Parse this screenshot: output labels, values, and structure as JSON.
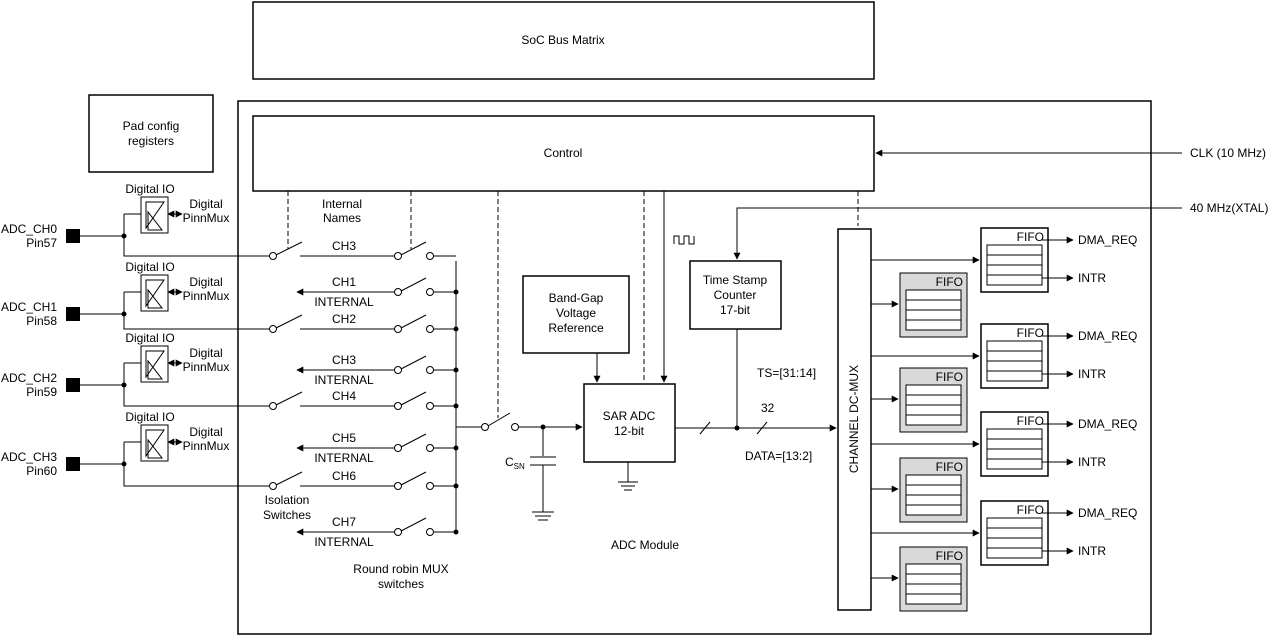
{
  "blocks": {
    "soc_bus": "SoC Bus Matrix",
    "pad_config_line1": "Pad config",
    "pad_config_line2": "registers",
    "control": "Control",
    "bandgap_line1": "Band-Gap",
    "bandgap_line2": "Voltage",
    "bandgap_line3": "Reference",
    "sar_line1": "SAR ADC",
    "sar_line2": "12-bit",
    "ts_line1": "Time Stamp",
    "ts_line2": "Counter",
    "ts_line3": "17-bit",
    "dcmux": "CHANNEL DC-MUX",
    "adc_module": "ADC Module"
  },
  "clocks": {
    "clk": "CLK (10 MHz)",
    "xtal": "40 MHz(XTAL)"
  },
  "labels": {
    "internal_names_line1": "Internal",
    "internal_names_line2": "Names",
    "isolation_line1": "Isolation",
    "isolation_line2": "Switches",
    "roundrobin_line1": "Round robin MUX",
    "roundrobin_line2": "switches",
    "csn_main": "C",
    "csn_sub": "SN",
    "ts_bits": "TS=[31:14]",
    "bus_width": "32",
    "data_bits": "DATA=[13:2]"
  },
  "inputs": [
    {
      "name": "ADC_CH0",
      "pin": "Pin57",
      "dio": "Digital IO",
      "pm1": "Digital",
      "pm2": "PinnMux"
    },
    {
      "name": "ADC_CH1",
      "pin": "Pin58",
      "dio": "Digital IO",
      "pm1": "Digital",
      "pm2": "PinnMux"
    },
    {
      "name": "ADC_CH2",
      "pin": "Pin59",
      "dio": "Digital IO",
      "pm1": "Digital",
      "pm2": "PinnMux"
    },
    {
      "name": "ADC_CH3",
      "pin": "Pin60",
      "dio": "Digital IO",
      "pm1": "Digital",
      "pm2": "PinnMux"
    }
  ],
  "switches": [
    {
      "ch": "CH3",
      "sub": ""
    },
    {
      "ch": "CH1",
      "sub": "INTERNAL"
    },
    {
      "ch": "CH2",
      "sub": ""
    },
    {
      "ch": "CH3",
      "sub": "INTERNAL"
    },
    {
      "ch": "CH4",
      "sub": ""
    },
    {
      "ch": "CH5",
      "sub": "INTERNAL"
    },
    {
      "ch": "CH6",
      "sub": ""
    },
    {
      "ch": "CH7",
      "sub": "INTERNAL"
    }
  ],
  "outputs": [
    {
      "fifo": "FIFO",
      "dma": "DMA_REQ",
      "intr": "INTR",
      "gray_fifo": "FIFO"
    },
    {
      "fifo": "FIFO",
      "dma": "DMA_REQ",
      "intr": "INTR",
      "gray_fifo": "FIFO"
    },
    {
      "fifo": "FIFO",
      "dma": "DMA_REQ",
      "intr": "INTR",
      "gray_fifo": "FIFO"
    },
    {
      "fifo": "FIFO",
      "dma": "DMA_REQ",
      "intr": "INTR",
      "gray_fifo": "FIFO"
    }
  ]
}
